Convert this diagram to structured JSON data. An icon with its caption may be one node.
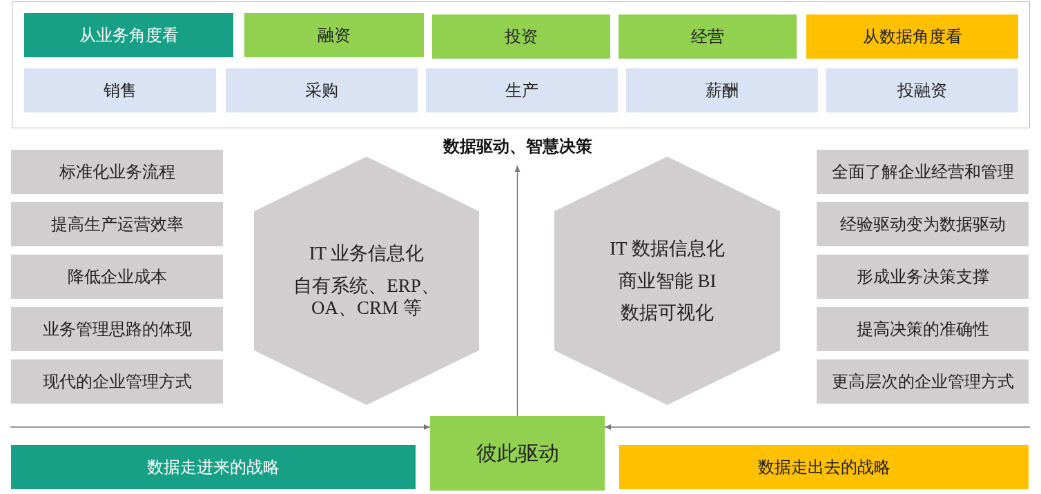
{
  "diagram": {
    "nodes": [
      {
        "text": [],
        "shape": "box"
      },
      {
        "text": [
          "从业务角度看"
        ],
        "in": 0
      },
      {
        "text": [
          "融资"
        ],
        "in": 0
      },
      {
        "text": [
          "投资"
        ],
        "in": 0
      },
      {
        "text": [
          "经营"
        ],
        "in": 0
      },
      {
        "text": [
          "从数据角度看"
        ],
        "in": 0
      },
      {
        "text": [
          "销售"
        ],
        "in": 0
      },
      {
        "text": [
          "采购"
        ],
        "in": 0
      },
      {
        "text": [
          "生产"
        ],
        "in": 0
      },
      {
        "text": [
          "薪酬"
        ],
        "in": 0
      },
      {
        "text": [
          "投融资"
        ],
        "in": 0
      },
      {
        "text": [
          "数据驱动、智慧决策"
        ]
      },
      {
        "text": [
          "标准化业务流程"
        ]
      },
      {
        "text": [
          "提高生产运营效率"
        ]
      },
      {
        "text": [
          "降低企业成本"
        ]
      },
      {
        "text": [
          "业务管理思路的体现"
        ]
      },
      {
        "text": [
          "现代的企业管理方式"
        ]
      },
      {
        "text": [
          "IT 业务信息化",
          "自有系统、ERP、OA、CRM 等"
        ]
      },
      {
        "text": [
          "IT 数据信息化",
          "商业智能 BI",
          "数据可视化"
        ]
      },
      {
        "text": [
          "全面了解企业经营和管理"
        ]
      },
      {
        "text": [
          "经验驱动变为数据驱动"
        ]
      },
      {
        "text": [
          "形成业务决策支撑"
        ]
      },
      {
        "text": [
          "提高决策的准确性"
        ]
      },
      {
        "text": [
          "更高层次的企业管理方式"
        ]
      },
      {
        "text": [
          "彼此驱动"
        ]
      },
      {
        "text": [
          "数据走进来的战略"
        ]
      },
      {
        "text": [
          "数据走出去的战略"
        ]
      }
    ],
    "edges": [
      {
        "from": null,
        "to": 24,
        "arrow": "to"
      },
      {
        "from": null,
        "to": 24,
        "arrow": "to"
      },
      {
        "from": 24,
        "to": 11,
        "arrow": "to"
      }
    ]
  }
}
